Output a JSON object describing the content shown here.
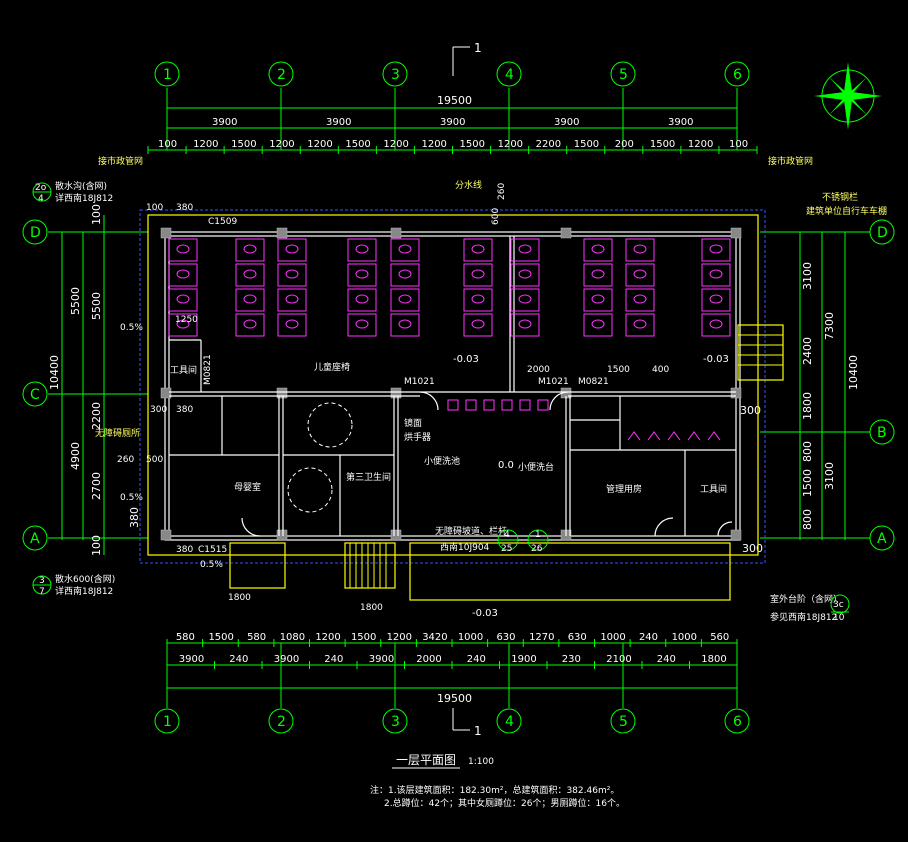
{
  "title": "一层平面图",
  "scale": "1:100",
  "notes": [
    "注：1.该层建筑面积：182.30m²，总建筑面积：382.46m²。",
    "2.总蹲位：42个；其中女厕蹲位：26个；男厕蹲位：16个。"
  ],
  "section_mark": "1",
  "axes": {
    "vertical": [
      "1",
      "2",
      "3",
      "4",
      "5",
      "6"
    ],
    "horizontal": [
      "D",
      "C",
      "B",
      "A"
    ]
  },
  "top_dims": {
    "total": "19500",
    "bays": [
      "3900",
      "3900",
      "3900",
      "3900",
      "3900"
    ],
    "detail": [
      "100",
      "1200",
      "1500",
      "1200",
      "1200",
      "1500",
      "1200",
      "1200",
      "1500",
      "1200",
      "2200",
      "1500",
      "200",
      "1500",
      "1200",
      "100"
    ]
  },
  "bottom_dims": {
    "detail": [
      "580",
      "1500",
      "580",
      "1080",
      "1200",
      "1500",
      "1200",
      "3420",
      "1000",
      "630",
      "1270",
      "630",
      "1000",
      "240",
      "1000",
      "560"
    ],
    "bays": [
      "3900",
      "240",
      "3900",
      "240",
      "3900",
      "2000",
      "240",
      "1900",
      "230",
      "2100",
      "240",
      "1800"
    ],
    "total": "19500"
  },
  "left_dims": {
    "outer": [
      "10400"
    ],
    "mid": [
      "5500",
      "4900"
    ],
    "inner": [
      "100",
      "5500",
      "2200",
      "2700",
      "380",
      "100"
    ],
    "misc": [
      "100",
      "380",
      "300",
      "0.5%",
      "1250",
      "260",
      "500"
    ]
  },
  "right_dims": {
    "outer": [
      "10400"
    ],
    "mid": [
      "7300",
      "3100"
    ],
    "inner": [
      "3100",
      "2400",
      "1800",
      "800",
      "1500",
      "800"
    ],
    "misc": [
      "300",
      "300"
    ]
  },
  "labels": {
    "drain_pipe_left": "接市政管网",
    "drain_pipe_right": "接市政管网",
    "divide_line": "分水线",
    "detail_ref_1a": "2o",
    "detail_ref_1b": "4",
    "detail_ref_1text": "散水沟(含网)",
    "detail_ref_1text2": "详西南18J812",
    "detail_ref_2a": "3",
    "detail_ref_2b": "7",
    "detail_ref_2text": "散水600(含网)",
    "detail_ref_2text2": "详西南18J812",
    "railing": "不锈钢栏",
    "bike": "建筑单位自行车车棚",
    "elev_1": "-0.03",
    "elev_2": "-0.03",
    "elev_3": "0.0",
    "elev_4": "-0.03",
    "accessible_text": "无障碍坡道、栏杆",
    "accessible_ref": "西南10J904",
    "acc_a": "4",
    "acc_b": "25",
    "acc_c": "1",
    "acc_d": "26",
    "outdoor_step": "室外台阶（含网）",
    "outdoor_step_ref": "参见西南18J812",
    "outdoor_step_a": "3c",
    "outdoor_step_b": "10",
    "care_room": "第三卫生间",
    "accessible_room": "无障碍厕所",
    "child_seat": "儿童座椅",
    "mother_room": "母婴室",
    "wash_basin": "小便洗池",
    "hand_dryer": "烘手器",
    "mirror": "镜面",
    "tool_room": "工具间",
    "mgmt_room": "管理用房",
    "tool_room2": "工具间",
    "urinal_label": "小便洗台",
    "door_m1021_a": "M1021",
    "door_m1021_b": "M1021",
    "door_m0821": "M0821",
    "door_m0821_b": "M0821",
    "win_c1509": "C1509",
    "win_c1515": "C1515",
    "pct": "0.5%",
    "dim_1800": "1800",
    "dim_2000": "2000",
    "dim_1500": "1500",
    "dim_400": "400",
    "dim_200": "200",
    "dim_600": "600",
    "dim_260": "260",
    "dim_500": "500"
  },
  "colors": {
    "grid": "#00ff00",
    "wall": "#ffffff",
    "outline": "#ffff00",
    "fixtures": "#ff33ff",
    "background": "#000000"
  },
  "icons": [
    "compass-icon",
    "toilet-icon",
    "door-swing-icon",
    "stair-icon",
    "ramp-icon"
  ]
}
